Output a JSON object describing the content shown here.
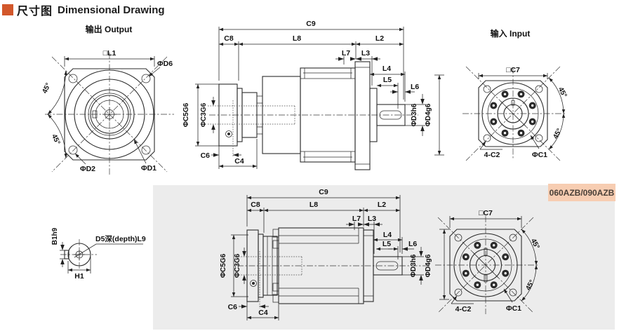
{
  "title": {
    "zh": "尺寸图",
    "en": "Dimensional Drawing"
  },
  "views": {
    "output_front": {
      "caption": "输出 Output",
      "l1": "□L1",
      "d6": "ΦD6",
      "angle_top": "45°",
      "angle_bottom": "45°",
      "d2": "ΦD2",
      "d1": "ΦD1"
    },
    "side_top": {
      "c9": "C9",
      "c8": "C8",
      "l8": "L8",
      "l2": "L2",
      "l7": "L7",
      "l3": "L3",
      "l4": "L4",
      "l5": "L5",
      "l6": "L6",
      "c5g6": "ΦC5G6",
      "c3g6": "ΦC3G6",
      "c6": "C6",
      "c4": "C4",
      "d3h6": "ΦD3h6",
      "d4g6": "ΦD4g6"
    },
    "input_front_top": {
      "caption": "输入 Input",
      "c7": "□C7",
      "angle_top": "45°",
      "angle_bottom": "45°",
      "c2": "4-C2",
      "c1": "ΦC1"
    },
    "shaft_detail": {
      "b1h9": "B1h9",
      "d5": "D5深(depth)L9",
      "h1": "H1"
    },
    "side_bottom": {
      "c9": "C9",
      "c8": "C8",
      "l8": "L8",
      "l2": "L2",
      "l7": "L7",
      "l3": "L3",
      "l4": "L4",
      "l5": "L5",
      "l6": "L6",
      "c5g6": "ΦC5G6",
      "c3g6": "ΦC3G6",
      "c6": "C6",
      "c4": "C4",
      "d3h6": "ΦD3h6",
      "d4g6": "ΦD4g6"
    },
    "input_front_bottom": {
      "c7": "□C7",
      "angle_top": "45°",
      "angle_bottom": "45°",
      "c2": "4-C2",
      "c1": "ΦC1"
    },
    "model_tag": "060AZB/090AZB"
  },
  "colors": {
    "accent": "#d2572b",
    "panel_bg": "#ececec",
    "tag_bg": "#f7cdb2",
    "tag_text": "#4a4038",
    "line": "#2b2b2b",
    "text": "#101010"
  }
}
